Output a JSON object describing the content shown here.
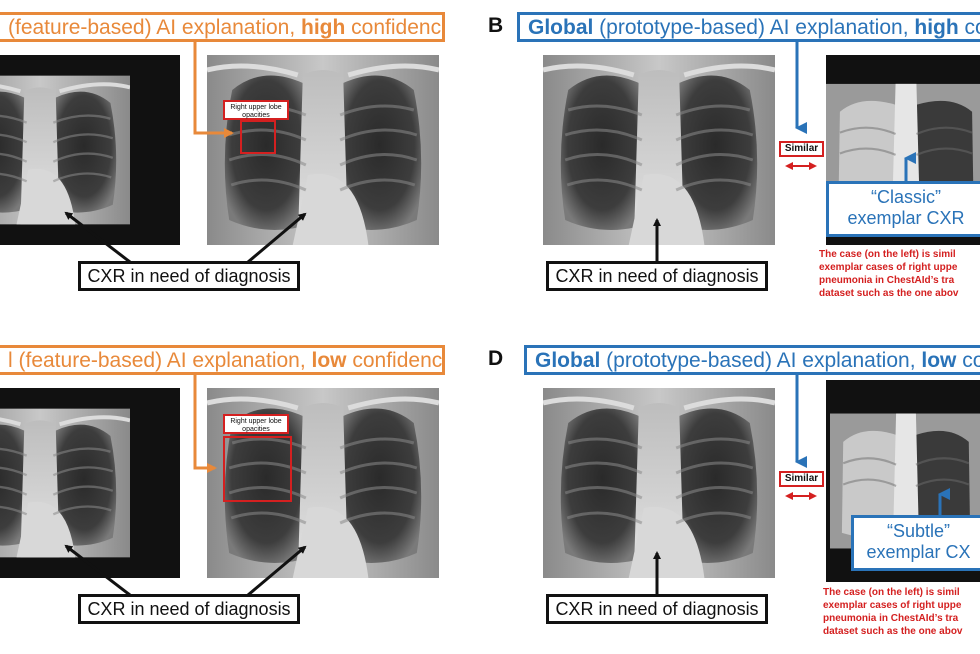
{
  "panel_a": {
    "title_prefix": "(feature-based) AI explanation, ",
    "title_bold": "high",
    "title_suffix": " confidence",
    "roi_label": "Right upper lobe opacities",
    "cxr_label": "CXR in need of diagnosis"
  },
  "panel_b": {
    "letter": "B",
    "title_bold1": "Global",
    "title_mid": " (prototype-based) AI explanation, ",
    "title_bold2": "high",
    "title_suffix": " co",
    "similar_label": "Similar",
    "exemplar_line1": "“Classic”",
    "exemplar_line2": "exemplar CXR",
    "note_lines": [
      "The case (on the left) is simil",
      "exemplar cases of right uppe",
      "pneumonia in ChestAId’s tra",
      "dataset such as the one abov"
    ],
    "cxr_label": "CXR in need of diagnosis"
  },
  "panel_c": {
    "title_prefix": "l (feature-based) AI explanation, ",
    "title_bold": "low",
    "title_suffix": " confidence",
    "roi_label": "Right upper lobe opacities",
    "cxr_label": "CXR in need of diagnosis"
  },
  "panel_d": {
    "letter": "D",
    "title_bold1": "Global",
    "title_mid": " (prototype-based) AI explanation, ",
    "title_bold2": "low",
    "title_suffix": " con",
    "similar_label": "Similar",
    "exemplar_line1": "“Subtle”",
    "exemplar_line2": "exemplar CX",
    "note_lines": [
      "The case (on the left) is simil",
      "exemplar cases of right uppe",
      "pneumonia in ChestAId’s tra",
      "dataset such as the one abov"
    ],
    "cxr_label": "CXR in need of diagnosis"
  },
  "colors": {
    "local_orange": "#e8893a",
    "global_blue": "#2a73b8",
    "highlight_red": "#d42020"
  }
}
